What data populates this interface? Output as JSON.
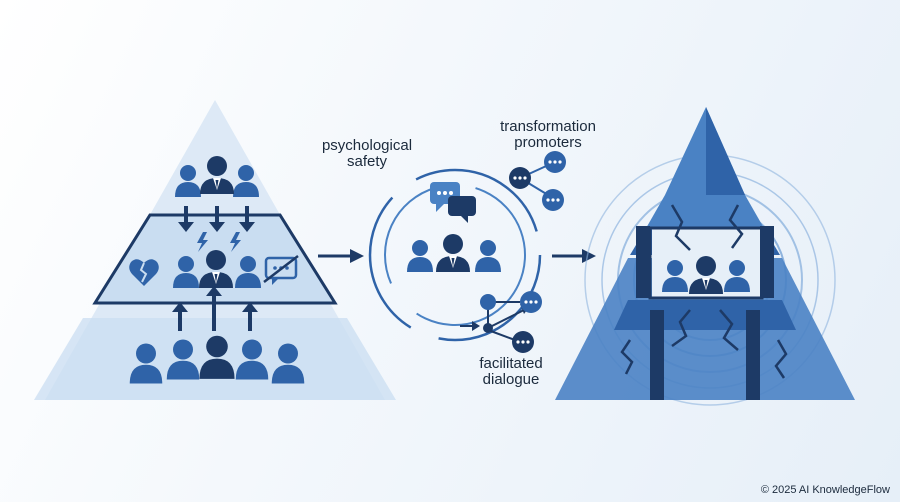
{
  "labels": {
    "psychological_safety": "psychological\nsafety",
    "transformation_promoters": "transformation\npromoters",
    "facilitated_dialogue": "facilitated\ndialogue"
  },
  "copyright": "© 2025 AI KnowledgeFlow",
  "colors": {
    "navy": "#1d3a66",
    "blue": "#2f63a8",
    "mid": "#4a82c4",
    "light": "#c9ddf1",
    "pale": "#dde9f6"
  }
}
